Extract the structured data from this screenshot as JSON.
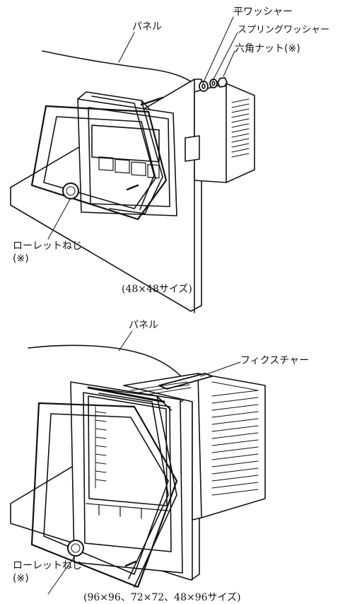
{
  "figure_top": {
    "labels": {
      "panel": "パネル",
      "flat_washer": "平ワッシャー",
      "spring_washer": "スプリングワッシャー",
      "hex_nut": "六角ナット(※)",
      "knurled_screw_line1": "ローレットねじ",
      "knurled_screw_line2": "(※)"
    },
    "caption": "(48×48サイズ)"
  },
  "figure_bottom": {
    "labels": {
      "panel": "パネル",
      "fixture": "フィクスチャー",
      "knurled_screw_line1": "ローレットねじ",
      "knurled_screw_line2": "(※)"
    },
    "caption": "(96×96、72×72、48×96サイズ)"
  }
}
